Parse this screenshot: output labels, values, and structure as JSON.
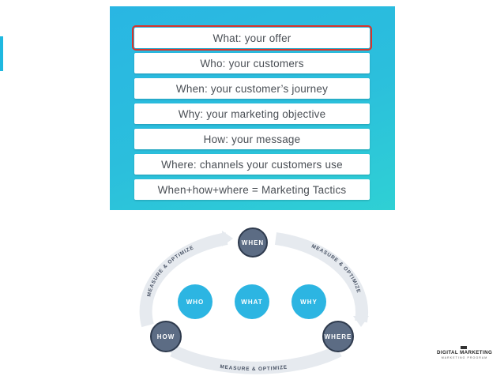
{
  "list": {
    "items": [
      "What: your offer",
      "Who: your customers",
      "When: your customer’s journey",
      "Why: your marketing objective",
      "How: your message",
      "Where: channels your customers use",
      "When+how+where = Marketing Tactics"
    ],
    "highlighted_index": 0
  },
  "cycle": {
    "nodes": {
      "when": "WHEN",
      "how": "HOW",
      "where": "WHERE",
      "who": "WHO",
      "what": "WHAT",
      "why": "WHY"
    },
    "arc_label": "MEASURE & OPTIMIZE"
  },
  "brand": {
    "name": "DIGITAL MARKETING",
    "tagline": "MARKETING PROGRAM"
  },
  "colors": {
    "panel_top": "#29b6e3",
    "panel_bottom": "#2fd0d4",
    "highlight_border": "#d9342b",
    "node_inner": "#2cb5e2",
    "node_outer": "#5c6c84",
    "node_outer_border": "#2e3a4d",
    "ring": "#e6eaef"
  }
}
